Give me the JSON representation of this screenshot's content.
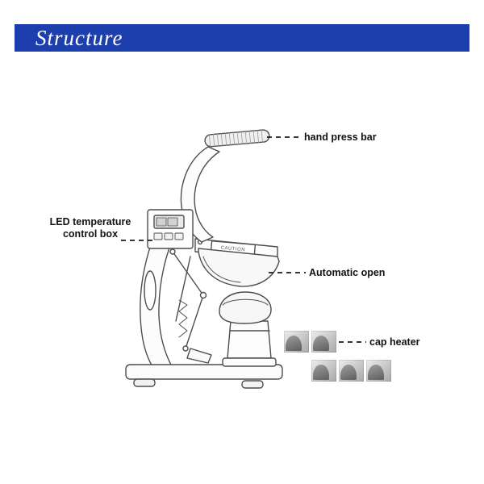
{
  "header": {
    "title": "Structure",
    "bar_color": "#1d3fae",
    "text_color": "#ffffff"
  },
  "labels": {
    "hand_press_bar": "hand press bar",
    "led_temperature_line1": "LED temperature",
    "led_temperature_line2": "control box",
    "automatic_open": "Automatic open",
    "cap_heater": "cap heater"
  },
  "machine": {
    "caution": "CAUTION"
  }
}
